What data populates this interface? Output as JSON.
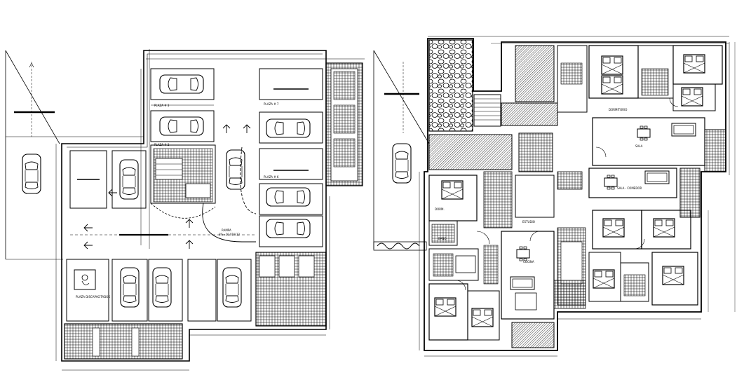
{
  "parking_plan": {
    "ramp_label_line1": "RAMPA",
    "ramp_label_line2": "S%=20.01%12",
    "space_labels": [
      "PLAZA DISCAPACITADOS",
      "PLAZA # 7",
      "PLAZA # 6",
      "PLAZA # 3",
      "PLAZA # 2"
    ]
  },
  "floor_plan": {
    "room_labels": [
      "SALA",
      "SALA - COMEDOR",
      "COCINA",
      "BAÑO",
      "DORMITORIO",
      "DORM.",
      "ESTUDIO"
    ]
  },
  "colors": {
    "ink": "#000000",
    "paper": "#ffffff"
  }
}
